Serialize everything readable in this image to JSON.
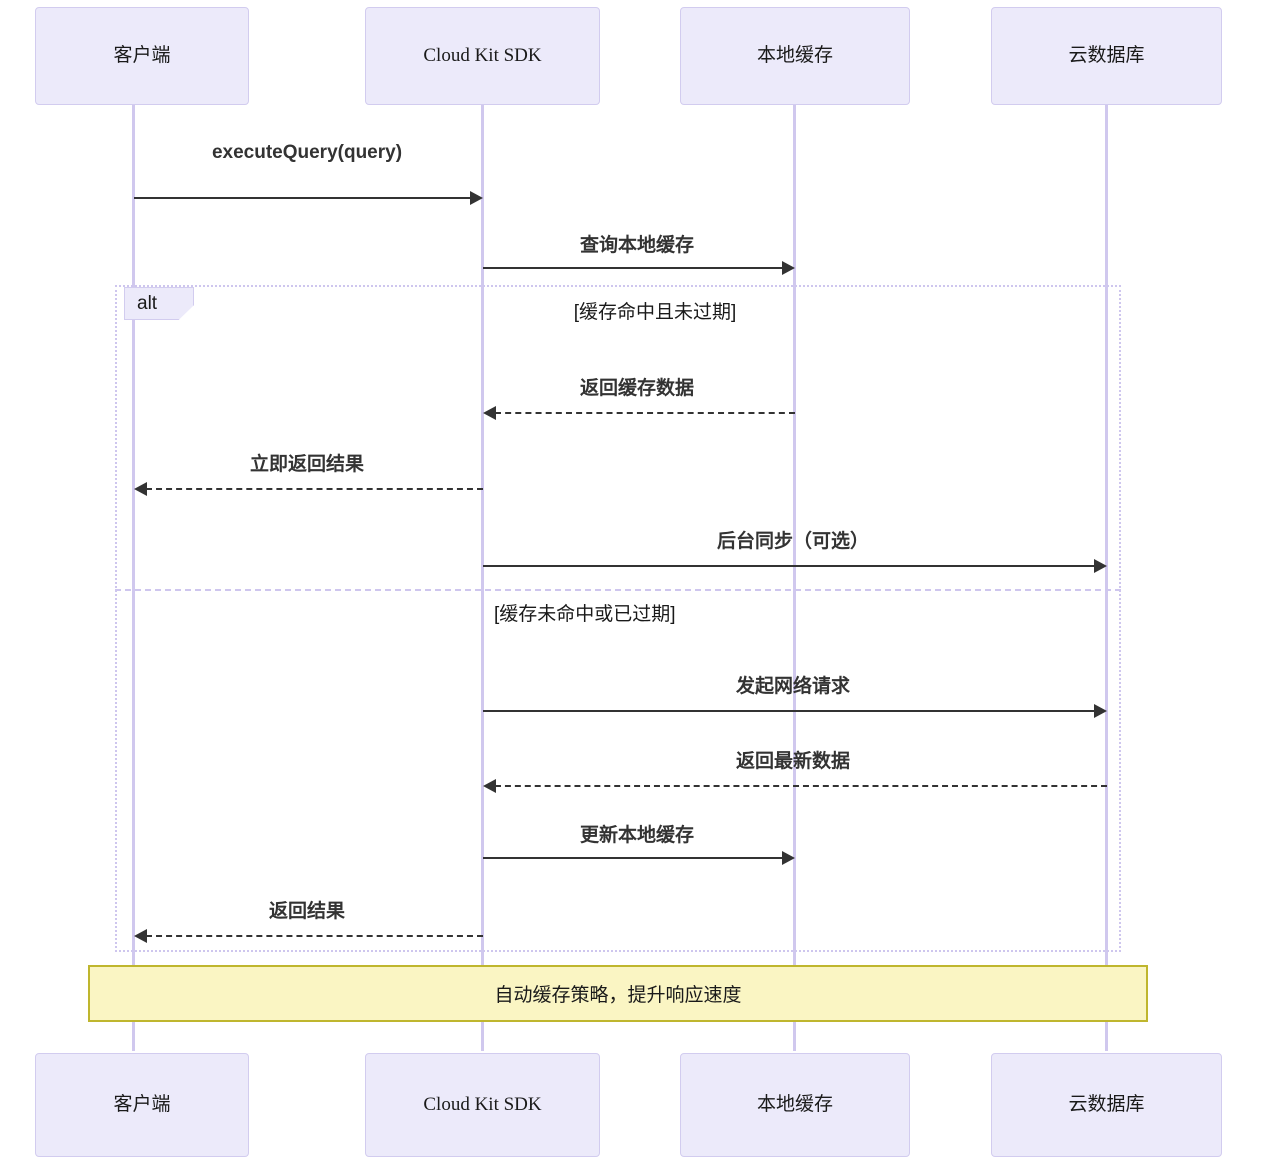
{
  "diagram": {
    "type": "sequence-diagram",
    "colors": {
      "participant_fill": "#ECEAFA",
      "participant_border": "#D2CCEF",
      "lifeline": "#D0C8EE",
      "message": "#333333",
      "frame_border": "#CEC6EE",
      "note_fill": "#FAF5C3",
      "note_border": "#BFB62E"
    },
    "participants": [
      {
        "id": "client",
        "label": "客户端"
      },
      {
        "id": "sdk",
        "label": "Cloud Kit SDK"
      },
      {
        "id": "cache",
        "label": "本地缓存"
      },
      {
        "id": "clouddb",
        "label": "云数据库"
      }
    ],
    "fragment": {
      "kind": "alt",
      "tab_label": "alt",
      "conditions": [
        "[缓存命中且未过期]",
        "[缓存未命中或已过期]"
      ]
    },
    "messages": [
      {
        "id": "m1",
        "label": "executeQuery(query)",
        "from": "client",
        "to": "sdk",
        "style": "solid"
      },
      {
        "id": "m2",
        "label": "查询本地缓存",
        "from": "sdk",
        "to": "cache",
        "style": "solid"
      },
      {
        "id": "m3",
        "label": "返回缓存数据",
        "from": "cache",
        "to": "sdk",
        "style": "dashed"
      },
      {
        "id": "m4",
        "label": "立即返回结果",
        "from": "sdk",
        "to": "client",
        "style": "dashed"
      },
      {
        "id": "m5",
        "label": "后台同步（可选）",
        "from": "sdk",
        "to": "clouddb",
        "style": "solid"
      },
      {
        "id": "m6",
        "label": "发起网络请求",
        "from": "sdk",
        "to": "clouddb",
        "style": "solid"
      },
      {
        "id": "m7",
        "label": "返回最新数据",
        "from": "clouddb",
        "to": "sdk",
        "style": "dashed"
      },
      {
        "id": "m8",
        "label": "更新本地缓存",
        "from": "sdk",
        "to": "cache",
        "style": "solid"
      },
      {
        "id": "m9",
        "label": "返回结果",
        "from": "sdk",
        "to": "client",
        "style": "dashed"
      }
    ],
    "note": {
      "text": "自动缓存策略，提升响应速度"
    }
  }
}
